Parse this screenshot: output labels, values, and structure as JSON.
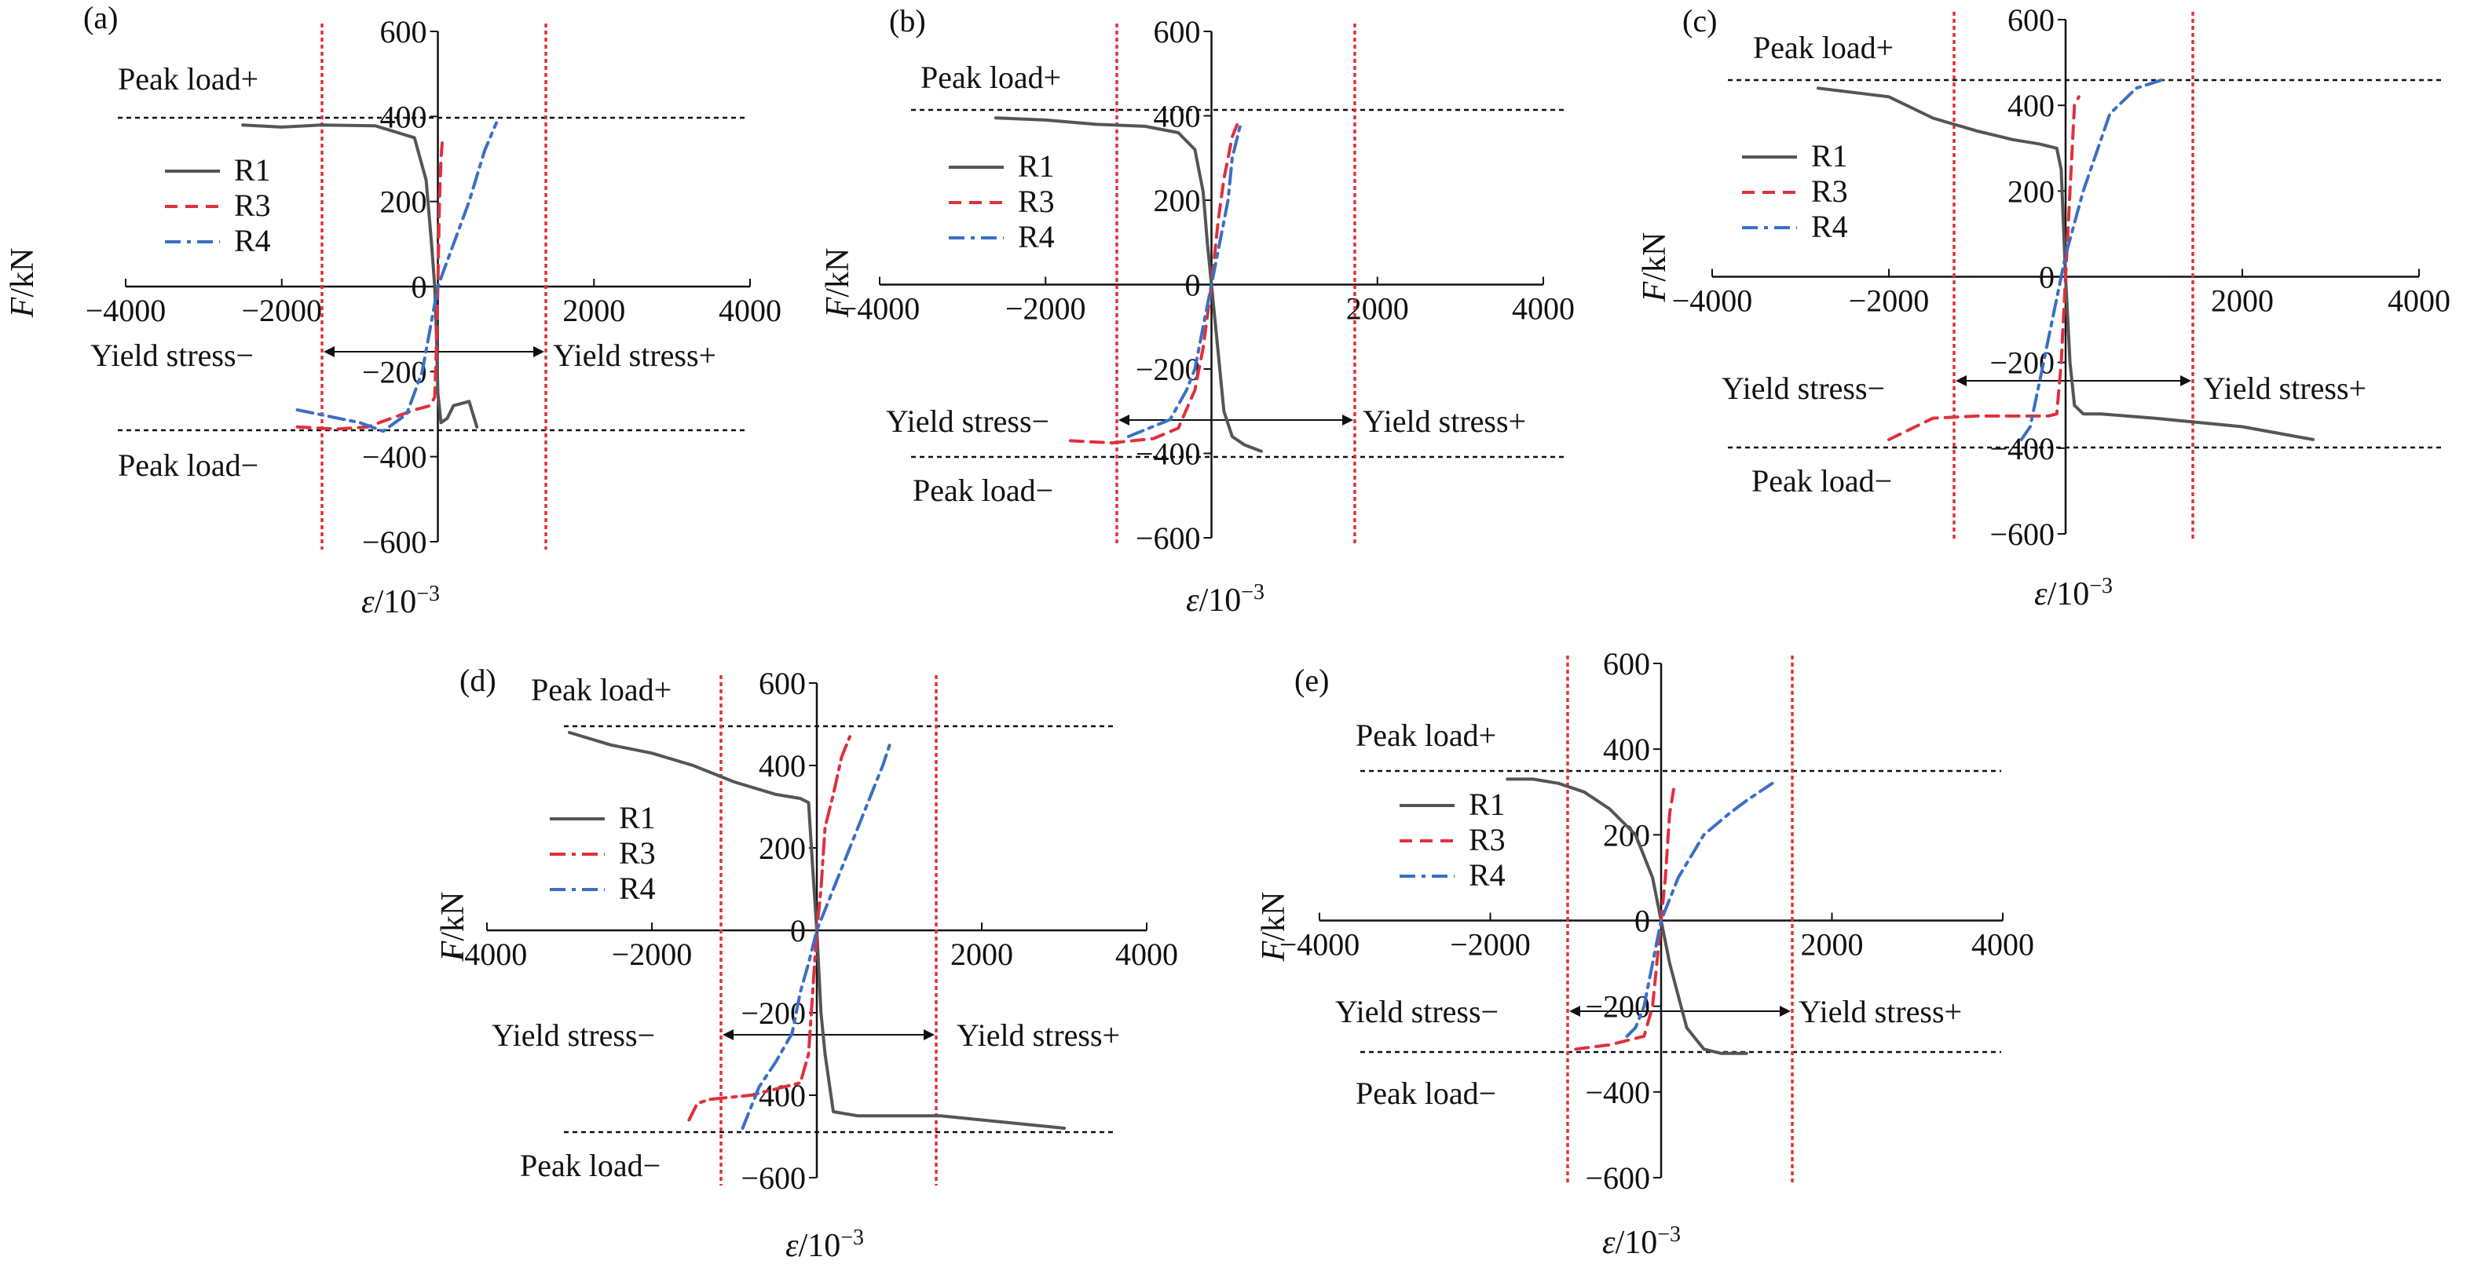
{
  "figure": {
    "colors": {
      "R1": "#555555",
      "R3": "#e0303c",
      "R4": "#3a6fc4",
      "yield": "#e0303c",
      "peak": "#111111",
      "axis": "#111111"
    },
    "annotations": {
      "peak_pos": "Peak load+",
      "peak_neg": "Peak load−",
      "yield_neg": "Yield stress−",
      "yield_pos": "Yield stress+"
    }
  },
  "chart_data": [
    {
      "type": "line",
      "panel": "(a)",
      "xlabel_main": "ε/10",
      "xlabel_sup": "−3",
      "ylabel_main": "F",
      "ylabel_unit": "/kN",
      "xlim": [
        -4000,
        4000
      ],
      "ylim": [
        -600,
        600
      ],
      "xticks": [
        -4000,
        -2000,
        0,
        2000,
        4000
      ],
      "yticks": [
        600,
        400,
        200,
        0,
        -200,
        -400,
        -600
      ],
      "xtick_labels": [
        "−4000",
        "−2000",
        "0",
        "2000",
        "4000"
      ],
      "ytick_labels": [
        "600",
        "400",
        "200",
        "0",
        "−200",
        "−400",
        "−600"
      ],
      "peak_pos": 385,
      "peak_neg": -350,
      "yield_pos": 1400,
      "yield_neg": -1400,
      "legend": [
        "R1",
        "R3",
        "R4"
      ],
      "series": [
        {
          "name": "R1",
          "style": "solid",
          "x": [
            -2500,
            -2000,
            -1500,
            -800,
            -300,
            -150,
            -80,
            -40,
            -20,
            0,
            40,
            120,
            200,
            400,
            500
          ],
          "y": [
            380,
            375,
            380,
            378,
            350,
            250,
            100,
            0,
            -100,
            -250,
            -320,
            -310,
            -280,
            -270,
            -330
          ]
        },
        {
          "name": "R3",
          "style": "dashed",
          "x": [
            -1800,
            -1300,
            -900,
            -600,
            -300,
            -100,
            -40,
            -20,
            0,
            20,
            40,
            60
          ],
          "y": [
            -330,
            -335,
            -330,
            -310,
            -290,
            -280,
            -260,
            -150,
            0,
            200,
            300,
            350
          ]
        },
        {
          "name": "R4",
          "style": "dashdot",
          "x": [
            -1800,
            -1400,
            -1000,
            -700,
            -400,
            -200,
            -100,
            0,
            200,
            400,
            600,
            750
          ],
          "y": [
            -290,
            -305,
            -320,
            -340,
            -300,
            -200,
            -100,
            0,
            100,
            200,
            320,
            385
          ]
        }
      ]
    },
    {
      "type": "line",
      "panel": "(b)",
      "xlabel_main": "ε/10",
      "xlabel_sup": "−3",
      "ylabel_main": "F",
      "ylabel_unit": "/kN",
      "xlim": [
        -4000,
        4000
      ],
      "ylim": [
        -600,
        600
      ],
      "xticks": [
        -4000,
        -2000,
        0,
        2000,
        4000
      ],
      "yticks": [
        600,
        400,
        200,
        0,
        -200,
        -400,
        -600
      ],
      "xtick_labels": [
        "−4000",
        "−2000",
        "0",
        "2000",
        "4000"
      ],
      "ytick_labels": [
        "600",
        "400",
        "200",
        "0",
        "−200",
        "−400",
        "−600"
      ],
      "peak_pos": 400,
      "peak_neg": -410,
      "yield_pos": 1550,
      "yield_neg": -1500,
      "legend": [
        "R1",
        "R3",
        "R4"
      ],
      "series": [
        {
          "name": "R1",
          "style": "solid",
          "x": [
            -2600,
            -2000,
            -1400,
            -800,
            -400,
            -200,
            -100,
            -50,
            0,
            50,
            100,
            150,
            250,
            400,
            600
          ],
          "y": [
            395,
            390,
            380,
            375,
            360,
            320,
            220,
            100,
            0,
            -100,
            -200,
            -300,
            -360,
            -380,
            -395
          ]
        },
        {
          "name": "R3",
          "style": "dashed",
          "x": [
            -1700,
            -1200,
            -700,
            -400,
            -200,
            -100,
            0,
            80,
            150,
            250,
            330
          ],
          "y": [
            -370,
            -375,
            -365,
            -340,
            -250,
            -150,
            0,
            150,
            250,
            350,
            390
          ]
        },
        {
          "name": "R4",
          "style": "dashdot",
          "x": [
            -1000,
            -500,
            -300,
            -200,
            -100,
            0,
            100,
            200,
            250,
            350
          ],
          "y": [
            -360,
            -320,
            -250,
            -200,
            -100,
            0,
            100,
            200,
            300,
            380
          ]
        }
      ]
    },
    {
      "type": "line",
      "panel": "(c)",
      "xlabel_main": "ε/10",
      "xlabel_sup": "−3",
      "ylabel_main": "F",
      "ylabel_unit": "/kN",
      "xlim": [
        -4000,
        4000
      ],
      "ylim": [
        -600,
        600
      ],
      "xticks": [
        -4000,
        -2000,
        0,
        2000,
        4000
      ],
      "yticks": [
        600,
        400,
        200,
        0,
        -200,
        -400,
        -600
      ],
      "xtick_labels": [
        "−4000",
        "−2000",
        "0",
        "2000",
        "4000"
      ],
      "ytick_labels": [
        "600",
        "400",
        "200",
        "0",
        "−200",
        "−400",
        "−600"
      ],
      "peak_pos": 460,
      "peak_neg": -400,
      "yield_pos": 1400,
      "yield_neg": -1400,
      "legend": [
        "R1",
        "R3",
        "R4"
      ],
      "series": [
        {
          "name": "R1",
          "style": "solid",
          "x": [
            -2800,
            -2000,
            -1500,
            -1000,
            -600,
            -300,
            -100,
            -50,
            0,
            50,
            100,
            200,
            400,
            1000,
            2000,
            2800
          ],
          "y": [
            440,
            420,
            370,
            340,
            320,
            310,
            300,
            250,
            0,
            -200,
            -300,
            -320,
            -320,
            -330,
            -350,
            -380
          ]
        },
        {
          "name": "R3",
          "style": "dashed",
          "x": [
            -2000,
            -1500,
            -1000,
            -500,
            -200,
            -100,
            -50,
            0,
            50,
            100,
            150
          ],
          "y": [
            -380,
            -330,
            -325,
            -325,
            -325,
            -320,
            -200,
            0,
            200,
            400,
            420
          ]
        },
        {
          "name": "R4",
          "style": "dashdot",
          "x": [
            -500,
            -400,
            -350,
            -300,
            -200,
            -100,
            0,
            200,
            500,
            800,
            1100
          ],
          "y": [
            -380,
            -350,
            -300,
            -250,
            -150,
            -50,
            50,
            200,
            380,
            440,
            460
          ]
        }
      ]
    },
    {
      "type": "line",
      "panel": "(d)",
      "xlabel_main": "ε/10",
      "xlabel_sup": "−3",
      "ylabel_main": "F",
      "ylabel_unit": "/kN",
      "xlim": [
        -4000,
        4000
      ],
      "ylim": [
        -600,
        600
      ],
      "xticks": [
        -4000,
        -2000,
        0,
        2000,
        4000
      ],
      "yticks": [
        600,
        400,
        200,
        0,
        -200,
        -400,
        -600
      ],
      "xtick_labels": [
        "−4000",
        "−2000",
        "0",
        "2000",
        "4000"
      ],
      "ytick_labels": [
        "600",
        "400",
        "200",
        "0",
        "−200",
        "−400",
        "−600"
      ],
      "peak_pos": 490,
      "peak_neg": -480,
      "yield_pos": 1250,
      "yield_neg": -1400,
      "legend": [
        "R1",
        "R3",
        "R4"
      ],
      "series": [
        {
          "name": "R1",
          "style": "solid",
          "x": [
            -3000,
            -2500,
            -2000,
            -1500,
            -1000,
            -500,
            -200,
            -100,
            -50,
            0,
            50,
            100,
            200,
            500,
            1500,
            2500,
            3000
          ],
          "y": [
            480,
            450,
            430,
            400,
            360,
            330,
            320,
            310,
            150,
            0,
            -200,
            -300,
            -440,
            -450,
            -450,
            -470,
            -480
          ]
        },
        {
          "name": "R3",
          "style": "dashdot",
          "x": [
            -1550,
            -1450,
            -1300,
            -800,
            -400,
            -200,
            -100,
            0,
            50,
            100,
            200,
            300,
            400
          ],
          "y": [
            -460,
            -420,
            -410,
            -400,
            -380,
            -370,
            -300,
            0,
            100,
            250,
            330,
            420,
            470
          ]
        },
        {
          "name": "R4",
          "style": "dashdot",
          "x": [
            -900,
            -800,
            -700,
            -500,
            -300,
            -200,
            -100,
            0,
            200,
            400,
            600,
            800,
            900
          ],
          "y": [
            -480,
            -430,
            -380,
            -320,
            -250,
            -150,
            -80,
            0,
            100,
            200,
            300,
            400,
            460
          ]
        }
      ]
    },
    {
      "type": "line",
      "panel": "(e)",
      "xlabel_main": "ε/10",
      "xlabel_sup": "−3",
      "ylabel_main": "F",
      "ylabel_unit": "/kN",
      "xlim": [
        -4000,
        4000
      ],
      "ylim": [
        -600,
        600
      ],
      "xticks": [
        -4000,
        -2000,
        0,
        2000,
        4000
      ],
      "yticks": [
        600,
        400,
        200,
        0,
        -200,
        -400,
        -600
      ],
      "xtick_labels": [
        "−4000",
        "−2000",
        "0",
        "2000",
        "4000"
      ],
      "ytick_labels": [
        "600",
        "400",
        "200",
        "0",
        "−200",
        "−400",
        "−600"
      ],
      "peak_pos": 350,
      "peak_neg": -310,
      "yield_pos": 1300,
      "yield_neg": -1400,
      "legend": [
        "R1",
        "R3",
        "R4"
      ],
      "series": [
        {
          "name": "R1",
          "style": "solid",
          "x": [
            -1800,
            -1500,
            -1200,
            -900,
            -600,
            -300,
            -200,
            -100,
            0,
            100,
            300,
            500,
            700,
            1000
          ],
          "y": [
            330,
            330,
            320,
            300,
            260,
            200,
            150,
            100,
            0,
            -100,
            -250,
            -300,
            -310,
            -310
          ]
        },
        {
          "name": "R3",
          "style": "dashed",
          "x": [
            -1000,
            -600,
            -200,
            -100,
            0,
            50,
            100,
            150
          ],
          "y": [
            -300,
            -290,
            -270,
            -200,
            0,
            100,
            250,
            310
          ]
        },
        {
          "name": "R4",
          "style": "dashdot",
          "x": [
            -400,
            -300,
            -200,
            -100,
            0,
            200,
            500,
            800,
            1000,
            1300
          ],
          "y": [
            -270,
            -250,
            -200,
            -100,
            0,
            100,
            200,
            250,
            280,
            320
          ]
        }
      ]
    }
  ]
}
